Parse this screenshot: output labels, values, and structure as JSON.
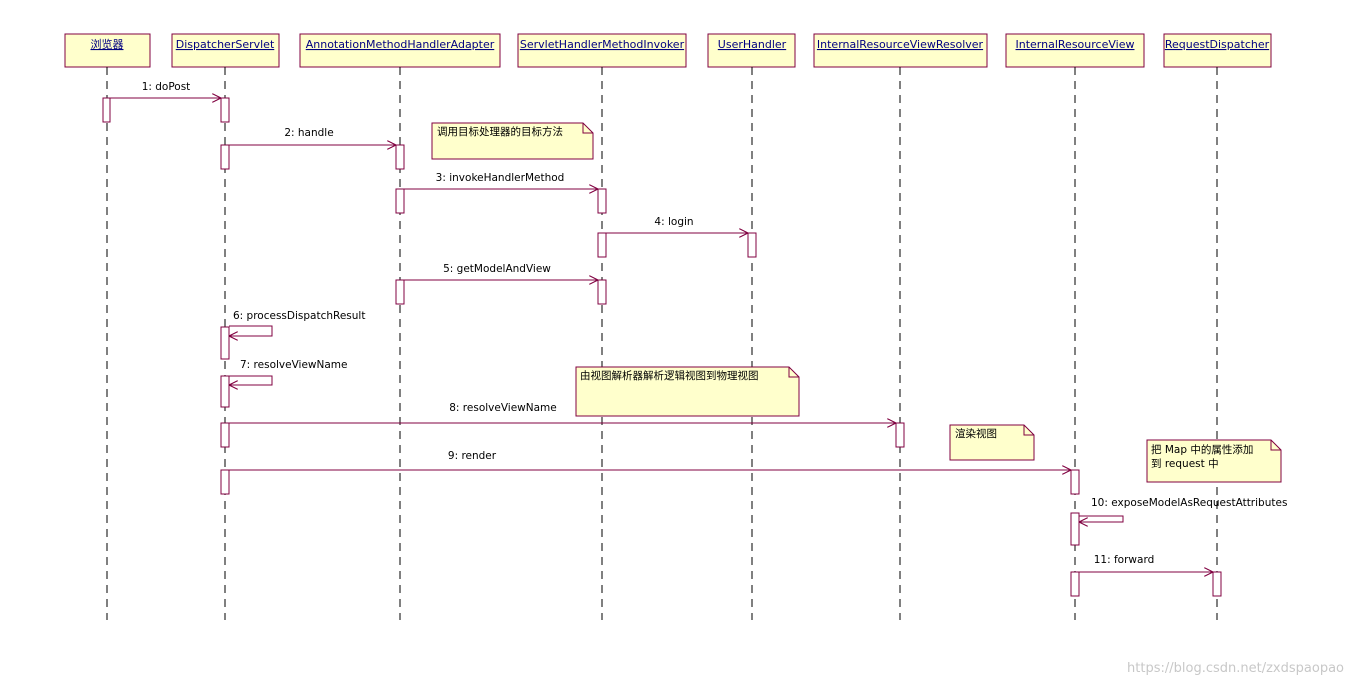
{
  "lifelines": [
    {
      "id": "browser",
      "name": "浏览器"
    },
    {
      "id": "dispatcher",
      "name": "DispatcherServlet"
    },
    {
      "id": "adapter",
      "name": "AnnotationMethodHandlerAdapter"
    },
    {
      "id": "invoker",
      "name": "ServletHandlerMethodInvoker"
    },
    {
      "id": "userhandler",
      "name": "UserHandler"
    },
    {
      "id": "resolver",
      "name": "InternalResourceViewResolver"
    },
    {
      "id": "view",
      "name": "InternalResourceView"
    },
    {
      "id": "reqdispatcher",
      "name": "RequestDispatcher"
    }
  ],
  "messages": [
    {
      "label": "1: doPost"
    },
    {
      "label": "2: handle"
    },
    {
      "label": "3: invokeHandlerMethod"
    },
    {
      "label": "4: login"
    },
    {
      "label": "5: getModelAndView"
    },
    {
      "label": "6: processDispatchResult"
    },
    {
      "label": "7: resolveViewName"
    },
    {
      "label": "8: resolveViewName"
    },
    {
      "label": "9: render"
    },
    {
      "label": "10: exposeModelAsRequestAttributes"
    },
    {
      "label": "11: forward"
    }
  ],
  "notes": [
    {
      "lines": [
        "调用目标处理器的目标方法"
      ]
    },
    {
      "lines": [
        "由视图解析器解析逻辑视图到物理视图"
      ]
    },
    {
      "lines": [
        "渲染视图"
      ]
    },
    {
      "lines": [
        "把 Map 中的属性添加",
        "到 request 中"
      ]
    }
  ],
  "watermark": "https://blog.csdn.net/zxdspaopao",
  "colors": {
    "box_fill": "#ffffcc",
    "box_border": "#800040",
    "line": "#800040",
    "title_text": "#000080",
    "note_fill": "#ffffcc"
  }
}
